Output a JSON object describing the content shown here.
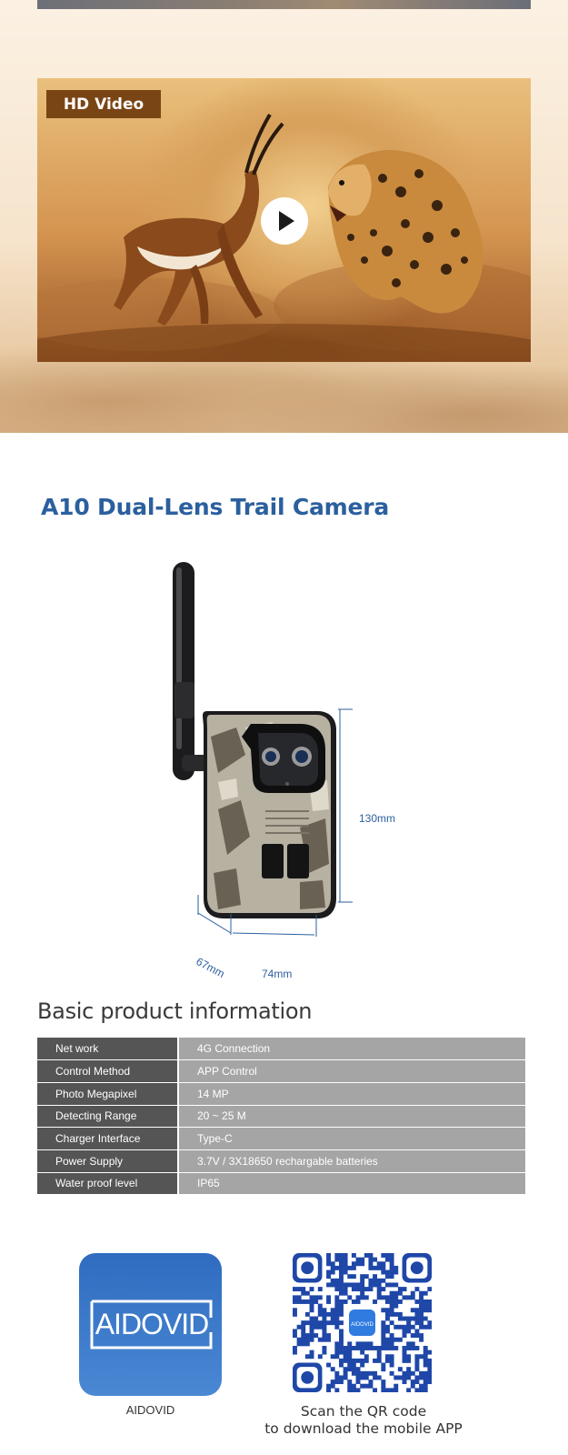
{
  "video_section": {
    "badge_label": "HD Video",
    "play_icon": "play-icon"
  },
  "product": {
    "title": "A10 Dual-Lens Trail Camera",
    "dimensions": {
      "height": "130mm",
      "width": "74mm",
      "depth": "67mm"
    }
  },
  "info": {
    "heading": "Basic product information",
    "rows": [
      {
        "key": "Net work",
        "value": "4G Connection"
      },
      {
        "key": "Control Method",
        "value": "APP Control"
      },
      {
        "key": "Photo Megapixel",
        "value": "14 MP"
      },
      {
        "key": "Detecting Range",
        "value": "20 ~ 25 M"
      },
      {
        "key": "Charger Interface",
        "value": "Type-C"
      },
      {
        "key": "Power Supply",
        "value": "3.7V /  3X18650 rechargable batteries"
      },
      {
        "key": "Water proof level",
        "value": "IP65"
      }
    ]
  },
  "app": {
    "icon_brand": "AIDOVID",
    "name": "AIDOVID",
    "qr_caption_line1": "Scan the QR code",
    "qr_caption_line2": "to download the mobile APP",
    "qr_center_badge": "AIDOVID"
  },
  "colors": {
    "accent_blue": "#2b5f9e",
    "badge_brown": "#7a4514",
    "table_key_bg": "#555555",
    "table_value_bg": "#a5a5a5",
    "qr_blue": "#1f47a8"
  }
}
